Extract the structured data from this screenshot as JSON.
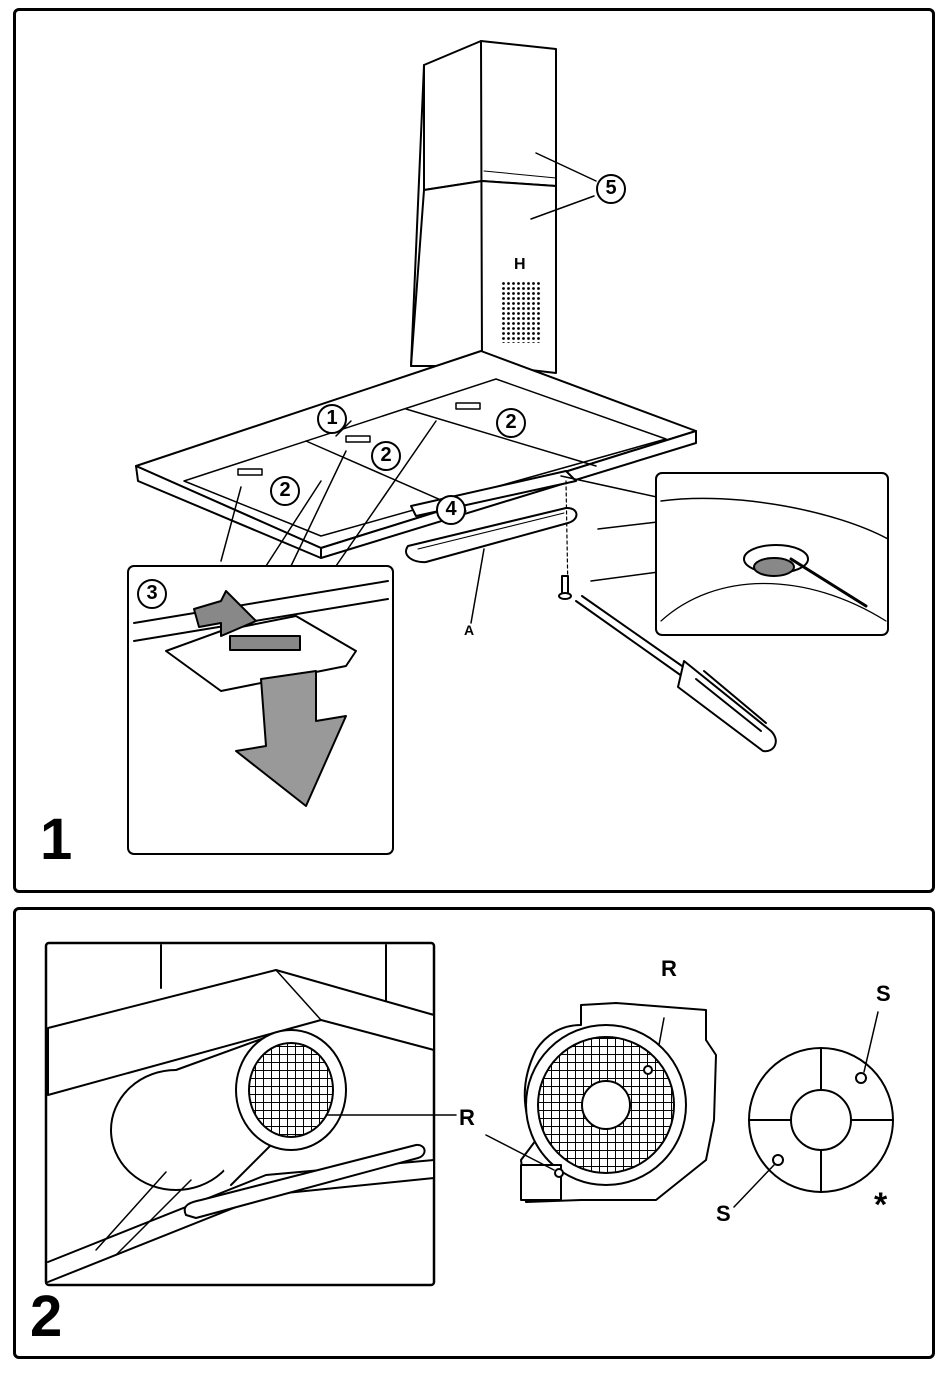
{
  "panels": [
    {
      "number": "1",
      "callouts": {
        "c1": "1",
        "c2a": "2",
        "c2b": "2",
        "c2c": "2",
        "c3": "3",
        "c4": "4",
        "c5": "5"
      },
      "letters": {
        "H": "H",
        "A": "A"
      }
    },
    {
      "number": "2",
      "letters": {
        "R1": "R",
        "R2": "R",
        "S1": "S",
        "S2": "S",
        "star": "*"
      }
    }
  ]
}
